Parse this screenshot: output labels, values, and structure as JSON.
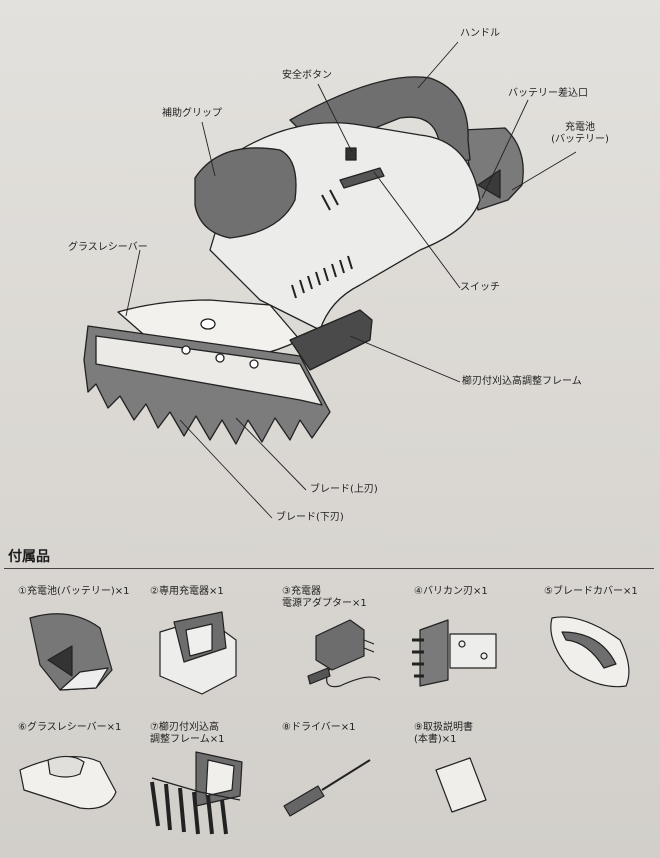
{
  "diagram": {
    "labels": {
      "handle": "ハンドル",
      "safety_button": "安全ボタン",
      "battery_slot": "バッテリー差込口",
      "battery_line1": "充電池",
      "battery_line2": "(バッテリー)",
      "aux_grip": "補助グリップ",
      "grass_receiver": "グラスレシーバー",
      "switch": "スイッチ",
      "comb_frame": "櫛刃付刈込高調整フレーム",
      "blade_upper": "ブレード(上刃)",
      "blade_lower": "ブレード(下刃)"
    }
  },
  "accessories": {
    "title": "付属品",
    "items": [
      {
        "line1": "①充電池(バッテリー)×1",
        "line2": "",
        "icon": "battery-pack-icon"
      },
      {
        "line1": "②専用充電器×1",
        "line2": "",
        "icon": "charger-base-icon"
      },
      {
        "line1": "③充電器",
        "line2": "電源アダプター×1",
        "icon": "power-adapter-icon"
      },
      {
        "line1": "④バリカン刃×1",
        "line2": "",
        "icon": "clipper-blade-icon"
      },
      {
        "line1": "⑤ブレードカバー×1",
        "line2": "",
        "icon": "blade-cover-icon"
      },
      {
        "line1": "⑥グラスレシーバー×1",
        "line2": "",
        "icon": "grass-receiver-icon"
      },
      {
        "line1": "⑦櫛刃付刈込高",
        "line2": "調整フレーム×1",
        "icon": "comb-frame-icon"
      },
      {
        "line1": "⑧ドライバー×1",
        "line2": "",
        "icon": "screwdriver-icon"
      },
      {
        "line1": "⑨取扱説明書",
        "line2": "(本書)×1",
        "icon": "manual-icon"
      }
    ]
  },
  "colors": {
    "paper": "#dedbd6",
    "ink": "#222222",
    "dark_gray": "#6e6e6e",
    "mid_gray": "#a9a9a9"
  }
}
